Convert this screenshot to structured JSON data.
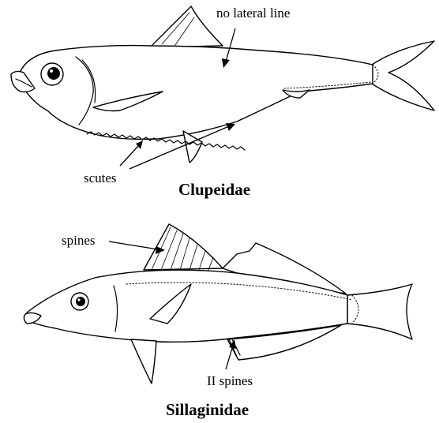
{
  "figure": {
    "families": [
      {
        "name": "Clupeidae",
        "labels": {
          "lateral_line": "no lateral line",
          "scutes": "scutes"
        }
      },
      {
        "name": "Sillaginidae",
        "labels": {
          "spines": "spines",
          "anal_spines": "II spines"
        }
      }
    ],
    "colors": {
      "ink": "#000000",
      "background": "#ffffff"
    }
  }
}
